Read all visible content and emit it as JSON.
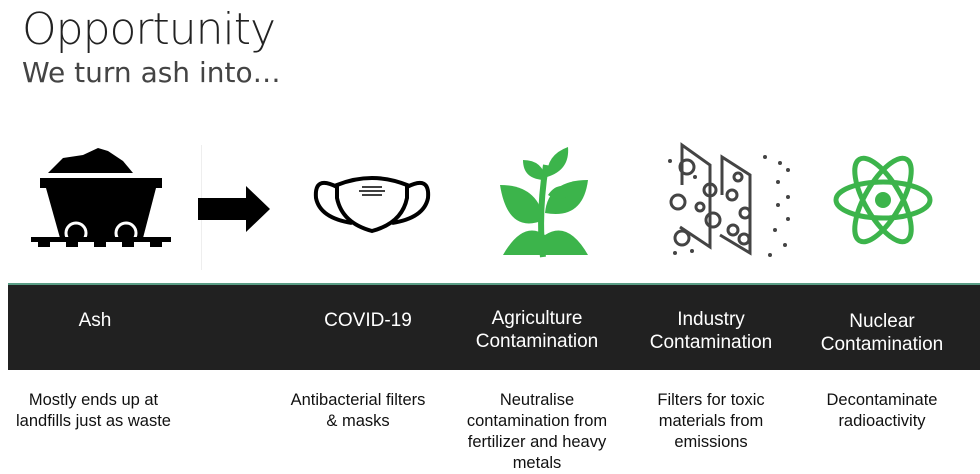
{
  "header": {
    "title": "Opportunity",
    "subtitle": "We turn ash into…"
  },
  "colors": {
    "accent_green": "#3cb44b",
    "band": "#212121",
    "icon_dark": "#444444"
  },
  "columns": [
    {
      "label": "Ash",
      "description": "Mostly ends up at landfills just as waste",
      "icon": "mine-cart-icon"
    },
    {
      "label": "COVID-19",
      "description": "Antibacterial filters & masks",
      "icon": "face-mask-icon"
    },
    {
      "label": "Agriculture Contamination",
      "description": "Neutralise contamination from fertilizer and heavy metals",
      "icon": "plant-icon"
    },
    {
      "label": "Industry Contamination",
      "description": "Filters for toxic materials from emissions",
      "icon": "filter-icon"
    },
    {
      "label": "Nuclear Contamination",
      "description": "Decontaminate radioactivity",
      "icon": "atom-icon"
    }
  ]
}
